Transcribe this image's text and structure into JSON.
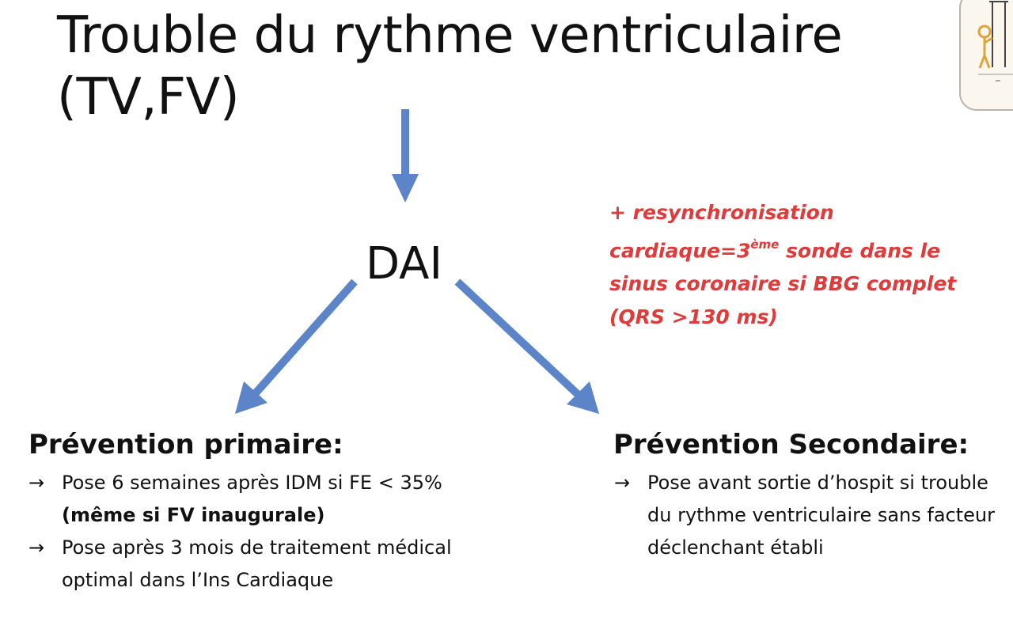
{
  "title": {
    "line1": "Trouble du rythme ventriculaire",
    "line2": "(TV,FV)"
  },
  "center_node": "DAI",
  "note": {
    "part1": "+ resynchronisation cardiaque=3",
    "superscript": "ème",
    "part2": " sonde dans le sinus coronaire  si BBG complet (QRS >130 ms)"
  },
  "primary": {
    "heading": "Prévention primaire:",
    "items": [
      {
        "text": "Pose 6 semaines après IDM si FE < 35% ",
        "bold": "(même si FV inaugurale)"
      },
      {
        "text": "Pose après 3 mois de traitement médical optimal dans l’Ins Cardiaque",
        "bold": ""
      }
    ]
  },
  "secondary": {
    "heading": "Prévention Secondaire:",
    "items": [
      {
        "text": "Pose avant sortie d’hospit si trouble du rythme ventriculaire sans facteur déclenchant établi",
        "bold": ""
      }
    ]
  },
  "bullet_symbol": "→",
  "colors": {
    "arrow": "#5b85c8",
    "note_text": "#e03a3a",
    "text": "#111111",
    "background": "#ffffff"
  },
  "icons": {
    "thumbnail": "stick-figure-thumbnail-icon"
  }
}
